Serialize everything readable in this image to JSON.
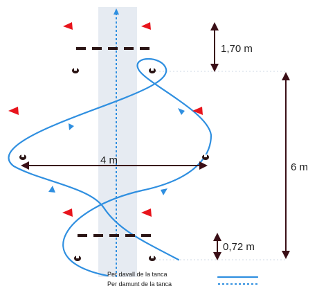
{
  "labels": {
    "height_top": "1,70 m",
    "height_total": "6 m",
    "width": "4 m",
    "height_bottom": "0,72 m"
  },
  "legend": {
    "solid": "Per davall de la tanca",
    "dashed": "Per damunt de la tanca"
  },
  "colors": {
    "path": "#2f8fe0",
    "corridor": "#e6ebf2",
    "flag": "#e8141c",
    "bar": "#2a1414",
    "dimension": "#3a0e16",
    "guide": "#cfd8e6"
  },
  "icons": [
    "flag-icon",
    "cone-icon",
    "arrowhead-icon"
  ]
}
